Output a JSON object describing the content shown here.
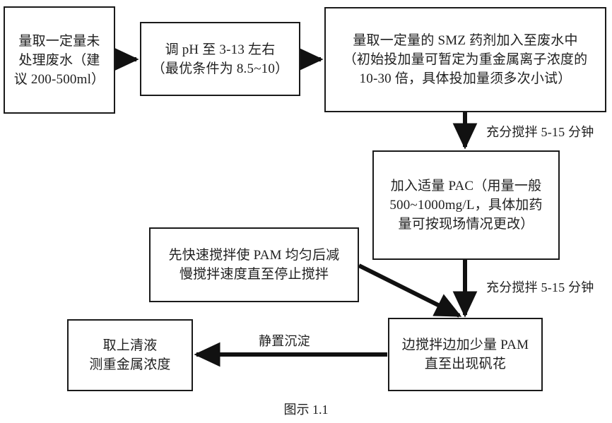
{
  "figure": {
    "caption": "图示 1.1",
    "stroke_color": "#1a1a1a",
    "text_color": "#1f1f1f",
    "background": "#ffffff"
  },
  "nodes": {
    "sample": {
      "name": "measure-untreated-wastewater",
      "lines": [
        "量取一定量未",
        "处理废水（建",
        "议 200-500ml）"
      ]
    },
    "ph": {
      "name": "adjust-ph",
      "lines": [
        "调 pH 至 3-13 左右",
        "（最优条件为 8.5~10）"
      ]
    },
    "smz": {
      "name": "add-smz-reagent",
      "lines": [
        "量取一定量的 SMZ 药剂加入至废水中",
        "（初始投加量可暂定为重金属离子浓度的",
        "10-30 倍，具体投加量须多次小试）"
      ]
    },
    "pac": {
      "name": "add-pac",
      "lines": [
        "加入适量 PAC（用量一般",
        "500~1000mg/L，具体加药",
        "量可按现场情况更改）"
      ]
    },
    "pam_note": {
      "name": "pam-stirring-instruction",
      "lines": [
        "先快速搅拌使 PAM 均匀后减",
        "慢搅拌速度直至停止搅拌"
      ]
    },
    "pam": {
      "name": "add-pam-while-stirring",
      "lines": [
        "边搅拌边加少量 PAM",
        "直至出现矾花"
      ]
    },
    "supernatant": {
      "name": "take-supernatant-measure",
      "lines": [
        "取上清液",
        "测重金属浓度"
      ]
    }
  },
  "edge_labels": {
    "stir_1": "充分搅拌 5-15 分钟",
    "stir_2": "充分搅拌 5-15 分钟",
    "settle": "静置沉淀"
  }
}
